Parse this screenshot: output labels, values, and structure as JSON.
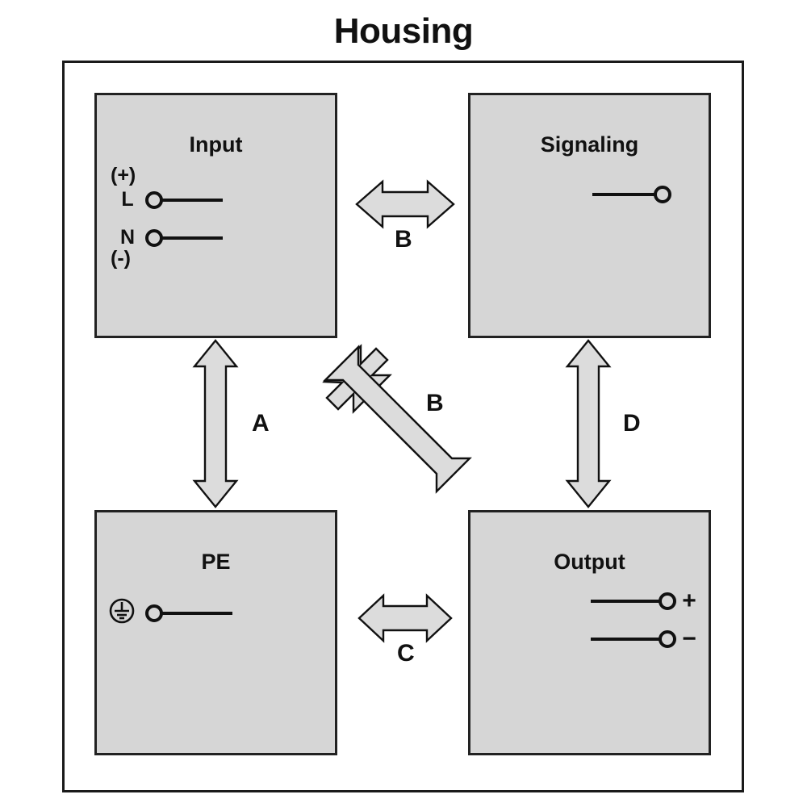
{
  "diagram": {
    "title": "Housing",
    "type": "block-diagram",
    "colors": {
      "block_fill": "#d6d6d6",
      "stroke": "#222222",
      "arrow_fill": "#dcdcdc",
      "background": "#ffffff"
    }
  },
  "blocks": {
    "input": {
      "title": "Input",
      "polarity_top": "(+)",
      "polarity_bottom": "(-)",
      "terminals": [
        {
          "label": "L",
          "name": "line"
        },
        {
          "label": "N",
          "name": "neutral"
        }
      ]
    },
    "signaling": {
      "title": "Signaling",
      "terminals": [
        {
          "label": "",
          "name": "signal"
        }
      ]
    },
    "pe": {
      "title": "PE",
      "symbol": "protective-earth",
      "terminals": [
        {
          "label": "",
          "name": "protective-earth"
        }
      ]
    },
    "output": {
      "title": "Output",
      "terminals": [
        {
          "label": "+",
          "name": "positive"
        },
        {
          "label": "−",
          "name": "negative"
        }
      ]
    }
  },
  "arrows": [
    {
      "id": "a",
      "label": "A",
      "orientation": "vertical",
      "from": "input",
      "to": "pe"
    },
    {
      "id": "b-top",
      "label": "B",
      "orientation": "horizontal",
      "from": "input",
      "to": "signaling"
    },
    {
      "id": "b-diag",
      "label": "B",
      "orientation": "diagonal",
      "from": "input",
      "to": "output"
    },
    {
      "id": "c",
      "label": "C",
      "orientation": "horizontal",
      "from": "pe",
      "to": "output"
    },
    {
      "id": "d",
      "label": "D",
      "orientation": "vertical",
      "from": "signaling",
      "to": "output"
    }
  ]
}
